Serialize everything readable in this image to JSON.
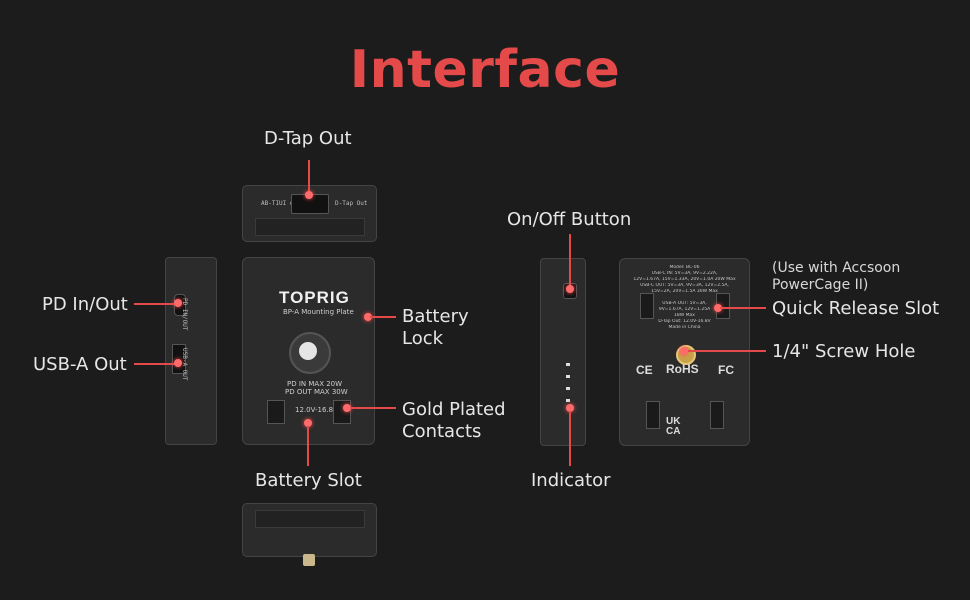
{
  "title": "Interface",
  "callouts": {
    "dtap_out": "D-Tap Out",
    "pd_in_out": "PD In/Out",
    "usb_a_out": "USB-A Out",
    "battery_lock_l1": "Battery",
    "battery_lock_l2": "Lock",
    "gold_contacts_l1": "Gold Plated",
    "gold_contacts_l2": "Contacts",
    "battery_slot": "Battery Slot",
    "on_off_button": "On/Off Button",
    "indicator": "Indicator",
    "accsoon_note_l1": "(Use with Accsoon",
    "accsoon_note_l2": "PowerCage II)",
    "quick_release_slot": "Quick Release Slot",
    "screw_hole": "1/4\" Screw Hole"
  },
  "device": {
    "brand": "TOPRIG",
    "model_name": "BP-A Mounting Plate",
    "pd_in": "PD IN MAX 20W",
    "pd_out": "PD OUT MAX 30W",
    "voltage": "12.0V-16.8V",
    "top_left_print": "AB-TIUI dVL-O",
    "top_right_print": "D-Tap Out",
    "side_pd_print": "PD IN/OUT",
    "side_usb_print": "USB-A OUT",
    "back_spec_lines": [
      "Model: BC-06",
      "USB-C IN: 5V=3A, 9V=2.22A,",
      "12V=1.67A, 15V=1.33A, 20V=1.0A  20W Max",
      "USB-C OUT: 5V=3A, 9V=3A, 12V=2.5A,",
      "15V=2A, 20V=1.5A  30W Max",
      "USB-A OUT: 5V=3A,",
      "9V=1.67A, 12V=1.25A",
      "18W Max",
      "D-Tap Out: 12.0V-16.8V",
      "Made in China"
    ],
    "cert_ce": "CE",
    "cert_rohs": "RoHS",
    "cert_fc": "FC",
    "cert_ukca": "UK CA"
  },
  "colors": {
    "accent": "#e44a4a",
    "background": "#1c1c1c"
  }
}
